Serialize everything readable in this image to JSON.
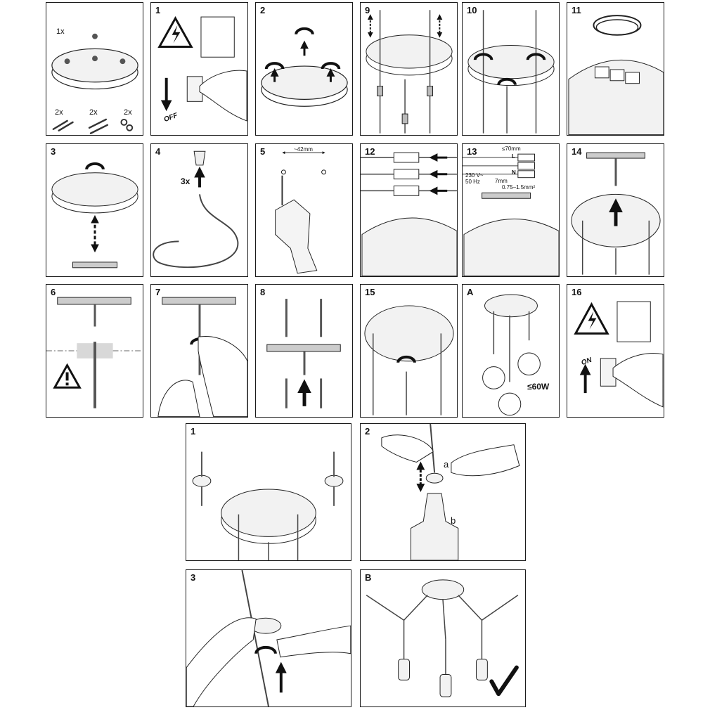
{
  "panels": {
    "parts": {
      "qty_plate": "1x",
      "qty_plugs": "2x",
      "qty_screws": "2x",
      "qty_washers": "2x"
    },
    "p1": {
      "num": "1",
      "off": "OFF"
    },
    "p2": {
      "num": "2"
    },
    "p9": {
      "num": "9"
    },
    "p10": {
      "num": "10"
    },
    "p11": {
      "num": "11"
    },
    "p3": {
      "num": "3"
    },
    "p4": {
      "num": "4",
      "qty": "3x"
    },
    "p5": {
      "num": "5",
      "dist": "~42mm"
    },
    "p12": {
      "num": "12"
    },
    "p13": {
      "num": "13",
      "strip": "≤70mm",
      "L": "L",
      "N": "N",
      "volt": "230 V~",
      "hz": "50 Hz",
      "bare": "7mm",
      "cross": "0.75–1.5mm²"
    },
    "p14": {
      "num": "14"
    },
    "p6": {
      "num": "6"
    },
    "p7": {
      "num": "7"
    },
    "p8": {
      "num": "8"
    },
    "p15": {
      "num": "15"
    },
    "pA": {
      "num": "A",
      "watt": "≤60W"
    },
    "p16": {
      "num": "16",
      "on": "ON"
    },
    "b1": {
      "num": "1"
    },
    "b2": {
      "num": "2",
      "a": "a",
      "b": "b"
    },
    "b3": {
      "num": "3"
    },
    "bB": {
      "num": "B"
    }
  }
}
